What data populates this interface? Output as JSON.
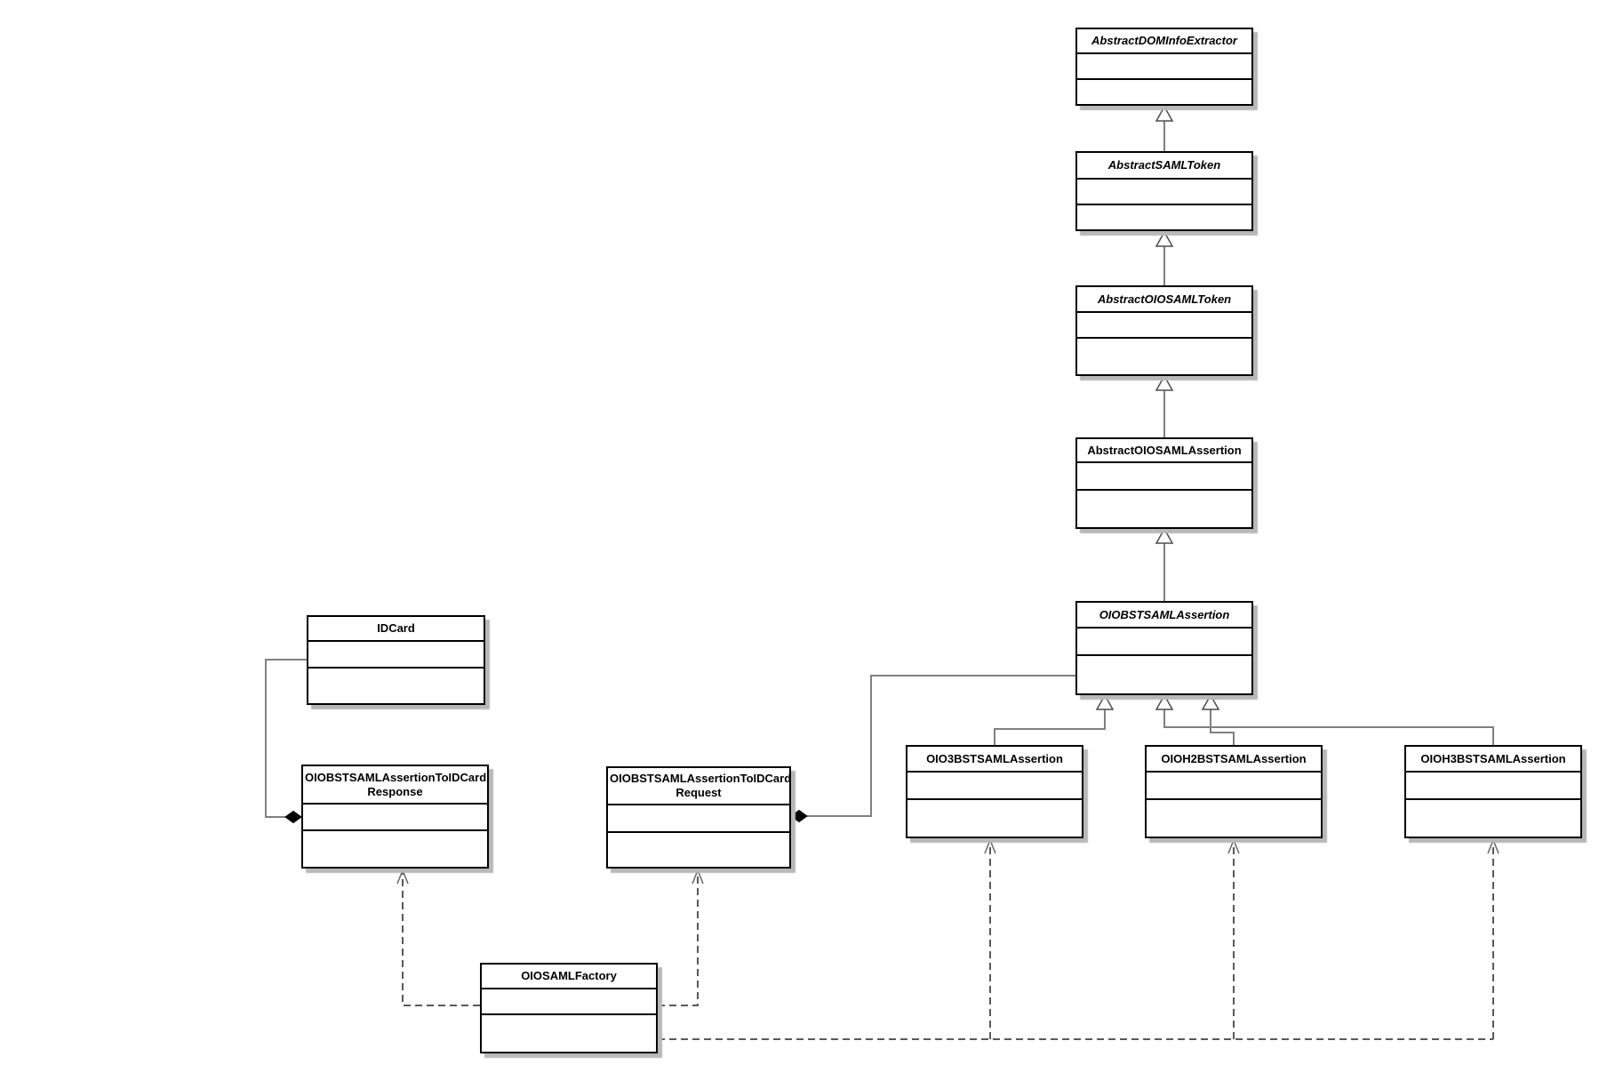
{
  "diagram": {
    "type": "uml-class-diagram",
    "colors": {
      "line_color": "#808080",
      "dashed_line_color": "#595959",
      "box_border_color": "#000000",
      "box_fill_color": "#ffffff",
      "shadow_color": "#b8b8b8",
      "text_color": "#000000"
    },
    "classes": {
      "abstract_dom_info_extractor": {
        "name": "AbstractDOMInfoExtractor",
        "abstract": true
      },
      "abstract_saml_token": {
        "name": "AbstractSAMLToken",
        "abstract": true
      },
      "abstract_oiosaml_token": {
        "name": "AbstractOIOSAMLToken",
        "abstract": true
      },
      "abstract_oiosaml_assertion": {
        "name": "AbstractOIOSAMLAssertion",
        "abstract": false
      },
      "oiobst_saml_assertion": {
        "name": "OIOBSTSAMLAssertion",
        "abstract": true
      },
      "oio3bst_saml_assertion": {
        "name": "OIO3BSTSAMLAssertion",
        "abstract": false
      },
      "oioh2bst_saml_assertion": {
        "name": "OIOH2BSTSAMLAssertion",
        "abstract": false
      },
      "oioh3bst_saml_assertion": {
        "name": "OIOH3BSTSAMLAssertion",
        "abstract": false
      },
      "idcard": {
        "name": "IDCard",
        "abstract": false
      },
      "oiobst_saml_assertion_to_idcard_response": {
        "line1": "OIOBSTSAMLAssertionToIDCard",
        "line2": "Response",
        "abstract": false
      },
      "oiobst_saml_assertion_to_idcard_request": {
        "line1": "OIOBSTSAMLAssertionToIDCard",
        "line2": "Request",
        "abstract": false
      },
      "oiosaml_factory": {
        "name": "OIOSAMLFactory",
        "abstract": false
      }
    },
    "relationships": {
      "inheritance": [
        "AbstractSAMLToken -> AbstractDOMInfoExtractor",
        "AbstractOIOSAMLToken -> AbstractSAMLToken",
        "AbstractOIOSAMLAssertion -> AbstractOIOSAMLToken",
        "OIOBSTSAMLAssertion -> AbstractOIOSAMLAssertion",
        "OIO3BSTSAMLAssertion -> OIOBSTSAMLAssertion",
        "OIOH2BSTSAMLAssertion -> OIOBSTSAMLAssertion",
        "OIOH3BSTSAMLAssertion -> OIOBSTSAMLAssertion"
      ],
      "composition": [
        "OIOBSTSAMLAssertionToIDCardResponse <>- IDCard",
        "OIOBSTSAMLAssertionToIDCardRequest <>- OIOBSTSAMLAssertion"
      ],
      "dependency": [
        "OIOSAMLFactory ..> OIOBSTSAMLAssertionToIDCardResponse",
        "OIOSAMLFactory ..> OIOBSTSAMLAssertionToIDCardRequest",
        "OIOSAMLFactory ..> OIO3BSTSAMLAssertion",
        "OIOSAMLFactory ..> OIOH2BSTSAMLAssertion",
        "OIOSAMLFactory ..> OIOH3BSTSAMLAssertion"
      ]
    }
  }
}
